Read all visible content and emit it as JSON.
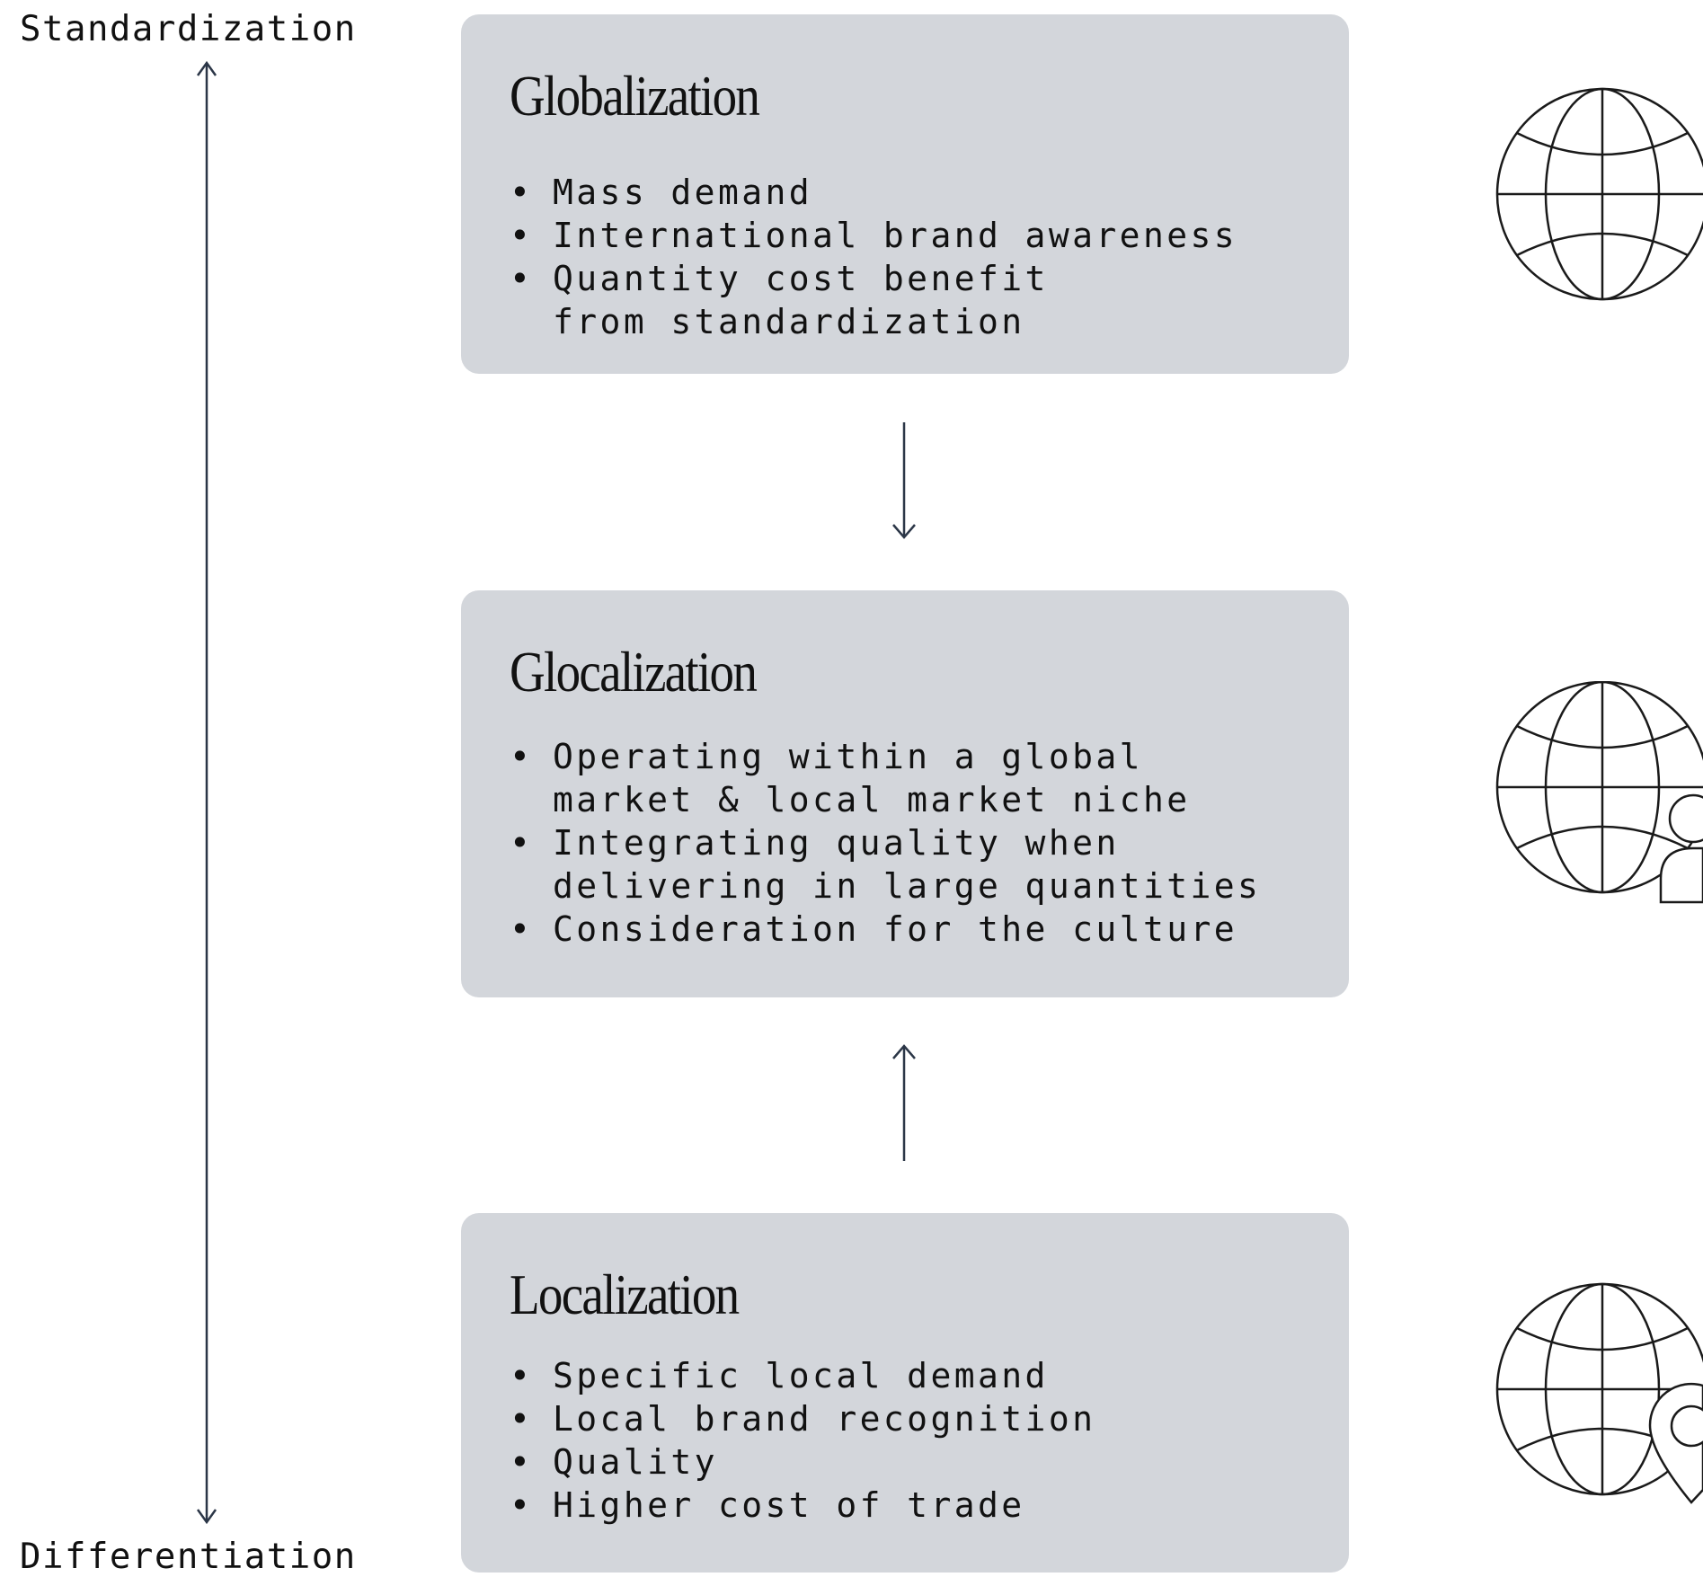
{
  "axis": {
    "top_label": "Standardization",
    "bottom_label": "Differentiation"
  },
  "boxes": [
    {
      "title": "Globalization",
      "items": [
        "Mass demand",
        "International brand awareness",
        "Quantity cost benefit\nfrom standardization"
      ],
      "icon": "globe-icon"
    },
    {
      "title": "Glocalization",
      "items": [
        "Operating within a global\nmarket & local market niche",
        "Integrating quality when\ndelivering in large quantities",
        "Consideration for the culture"
      ],
      "icon": "globe-person-icon"
    },
    {
      "title": "Localization",
      "items": [
        "Specific local demand",
        "Local brand recognition",
        "Quality",
        "Higher cost of trade"
      ],
      "icon": "globe-location-pin-icon"
    }
  ],
  "colors": {
    "box_fill": "#d3d6db",
    "arrow": "#2b3647",
    "text": "#111111"
  }
}
